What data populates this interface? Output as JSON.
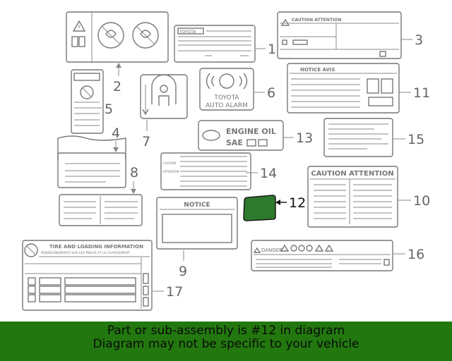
{
  "callouts": {
    "c1": "1",
    "c2": "2",
    "c3": "3",
    "c4": "4",
    "c5": "5",
    "c6": "6",
    "c7": "7",
    "c8": "8",
    "c9": "9",
    "c10": "10",
    "c11": "11",
    "c12": "12",
    "c13": "13",
    "c14": "14",
    "c15": "15",
    "c16": "16",
    "c17": "17"
  },
  "label_text": {
    "toyota_small": "TOYOTA",
    "caution_attention_3": "CAUTION  ATTENTION",
    "toyota_brand": "TOYOTA",
    "auto_alarm": "AUTO ALARM",
    "notice_avis": "NOTICE  AVIS",
    "engine_oil": "ENGINE  OIL",
    "sae": "SAE",
    "caution_14": "CAUTION",
    "attention_14": "ATTENTION",
    "caution_attention_10": "CAUTION  ATTENTION",
    "notice_9": "NOTICE",
    "danger": "DANGER",
    "tire_title": "TIRE AND LOADING INFORMATION",
    "tire_subtitle": "RENSEIGNEMENTS SUR LES PNEUS ET LE CHARGEMENT"
  },
  "highlight_color": "#2d7a2d",
  "banner": {
    "line1": "Part or sub-assembly is #12 in diagram",
    "line2": "Diagram may not be specific to your vehicle",
    "color": "#22780f"
  }
}
